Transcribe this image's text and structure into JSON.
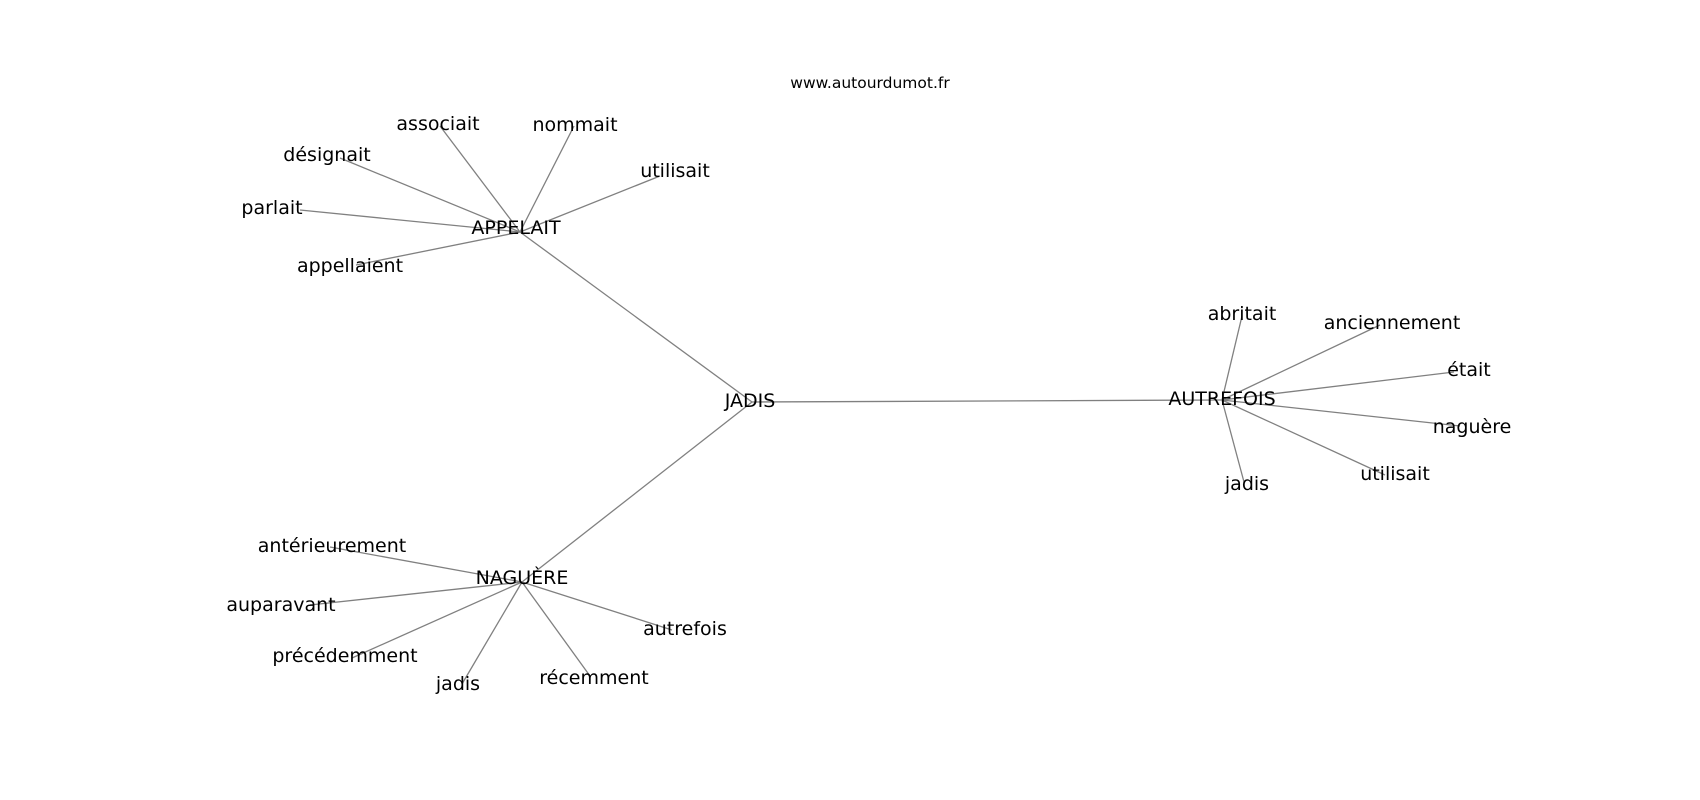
{
  "header": {
    "site_url": "www.autourdumot.fr"
  },
  "graph": {
    "center": "JADIS",
    "hubs": [
      "APPELAIT",
      "AUTREFOIS",
      "NAGUÈRE"
    ],
    "leaves": {
      "APPELAIT": [
        "associait",
        "nommait",
        "désignait",
        "utilisait",
        "parlait",
        "appellaient"
      ],
      "AUTREFOIS": [
        "abritait",
        "anciennement",
        "était",
        "naguère",
        "utilisait",
        "jadis"
      ],
      "NAGUÈRE": [
        "antérieurement",
        "auparavant",
        "autrefois",
        "précédemment",
        "jadis",
        "récemment"
      ]
    }
  }
}
